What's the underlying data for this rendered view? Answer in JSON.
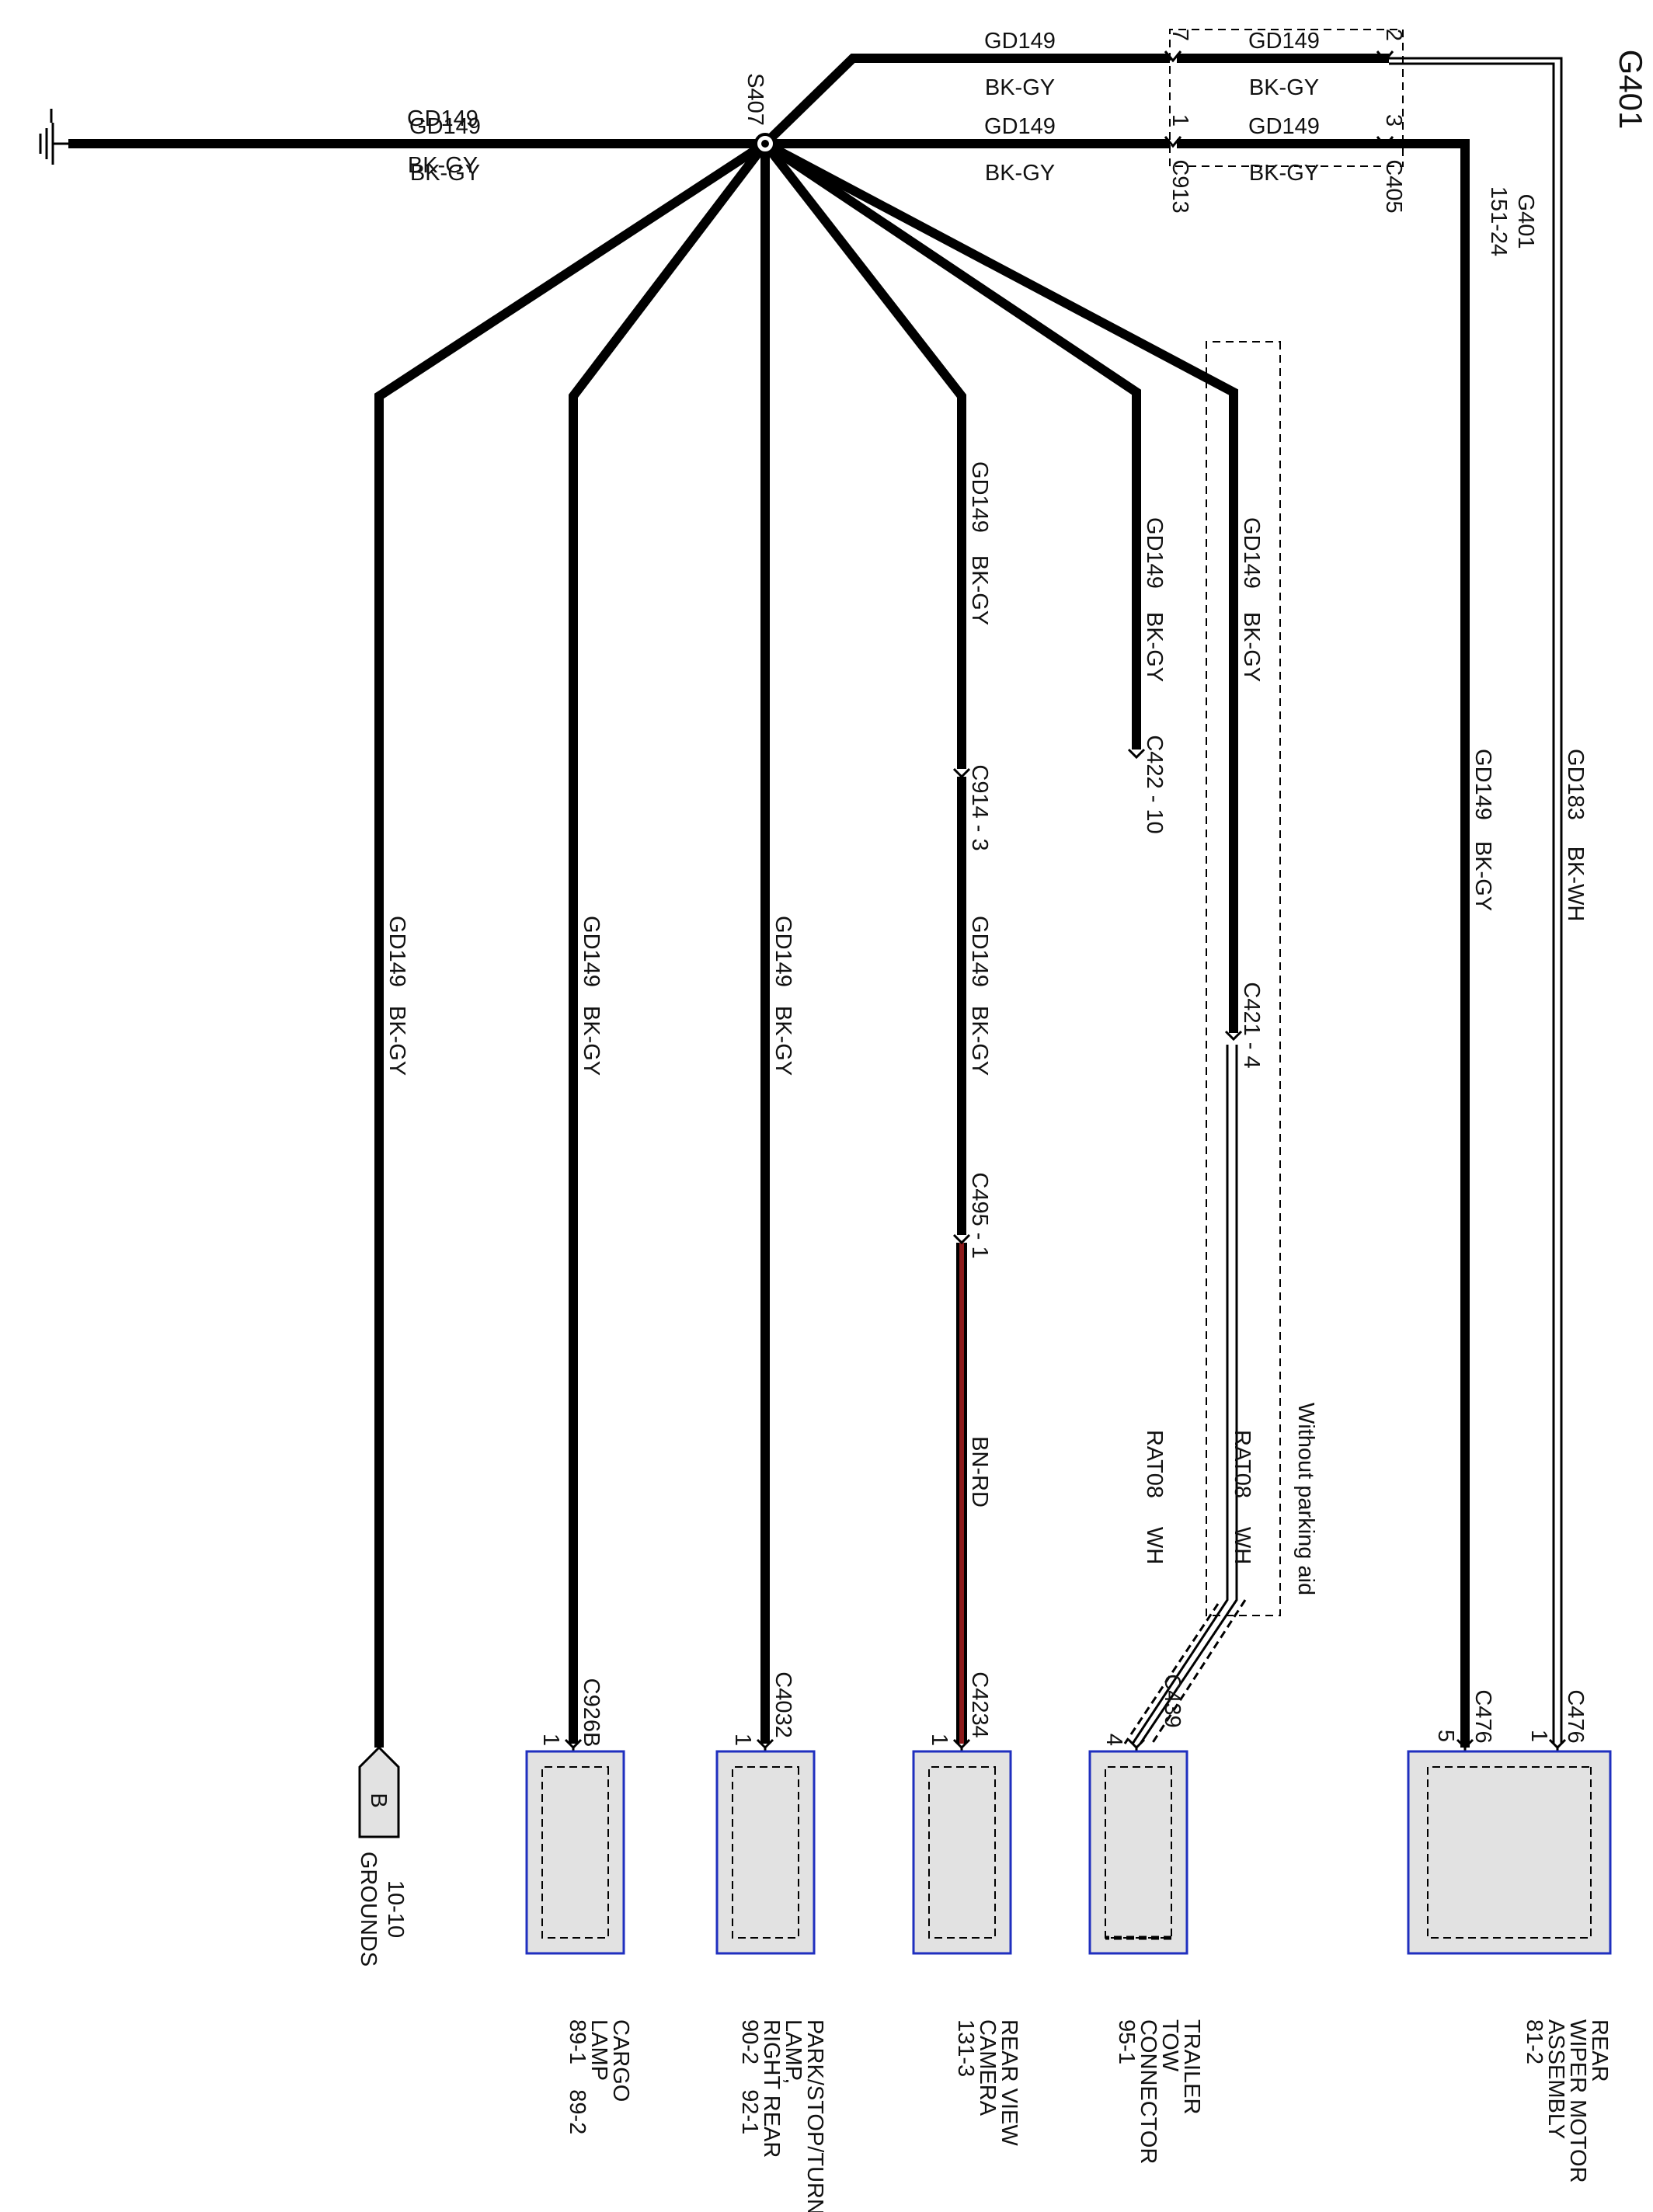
{
  "title": "G401",
  "splice": "S407",
  "ground_ref": {
    "name": "G401",
    "page": "151-24"
  },
  "wire_labels": {
    "gd149": "GD149",
    "gd183": "GD183",
    "bkgy": "BK-GY",
    "bkwh": "BK-WH",
    "bnrd": "BN-RD",
    "rat08": "RAT08",
    "wh": "WH"
  },
  "connectors": {
    "c913": "C913",
    "c913_pin_top": "7",
    "c913_pin_bottom": "1",
    "c405": "C405",
    "c405_pin_top": "2",
    "c405_pin_bottom": "3",
    "c914": "C914 - 3",
    "c422": "C422 - 10",
    "c421": "C421 - 4",
    "c495": "C495 - 1",
    "c926b": "C926B",
    "c4032": "C4032",
    "c4234": "C4234",
    "c439": "C439",
    "c476_a": "C476",
    "c476_b": "C476"
  },
  "pins": {
    "cargo": "1",
    "park": "1",
    "camera": "1",
    "trailer": "4",
    "wiper_a": "5",
    "wiper_b": "1"
  },
  "option_box": "Without parking aid",
  "grounds": {
    "letter": "B",
    "ref": "10-10",
    "label": "GROUNDS"
  },
  "components": {
    "cargo": {
      "lines": [
        "CARGO",
        "LAMP",
        "89-1    89-2"
      ]
    },
    "park": {
      "lines": [
        "PARK/STOP/TURN",
        "LAMP,",
        "RIGHT REAR",
        "90-2    92-1"
      ]
    },
    "camera": {
      "lines": [
        "REAR VIEW",
        "CAMERA",
        "131-3"
      ]
    },
    "trailer": {
      "lines": [
        "TRAILER",
        "TOW",
        "CONNECTOR",
        "95-1"
      ]
    },
    "wiper": {
      "lines": [
        "REAR",
        "WIPER MOTOR",
        "ASSEMBLY",
        "81-2"
      ]
    }
  },
  "colors": {
    "wire": "#000000",
    "bn_rd": "#8b1a1a",
    "component_border": "#1f2fbf",
    "component_fill": "#e2e2e2"
  }
}
